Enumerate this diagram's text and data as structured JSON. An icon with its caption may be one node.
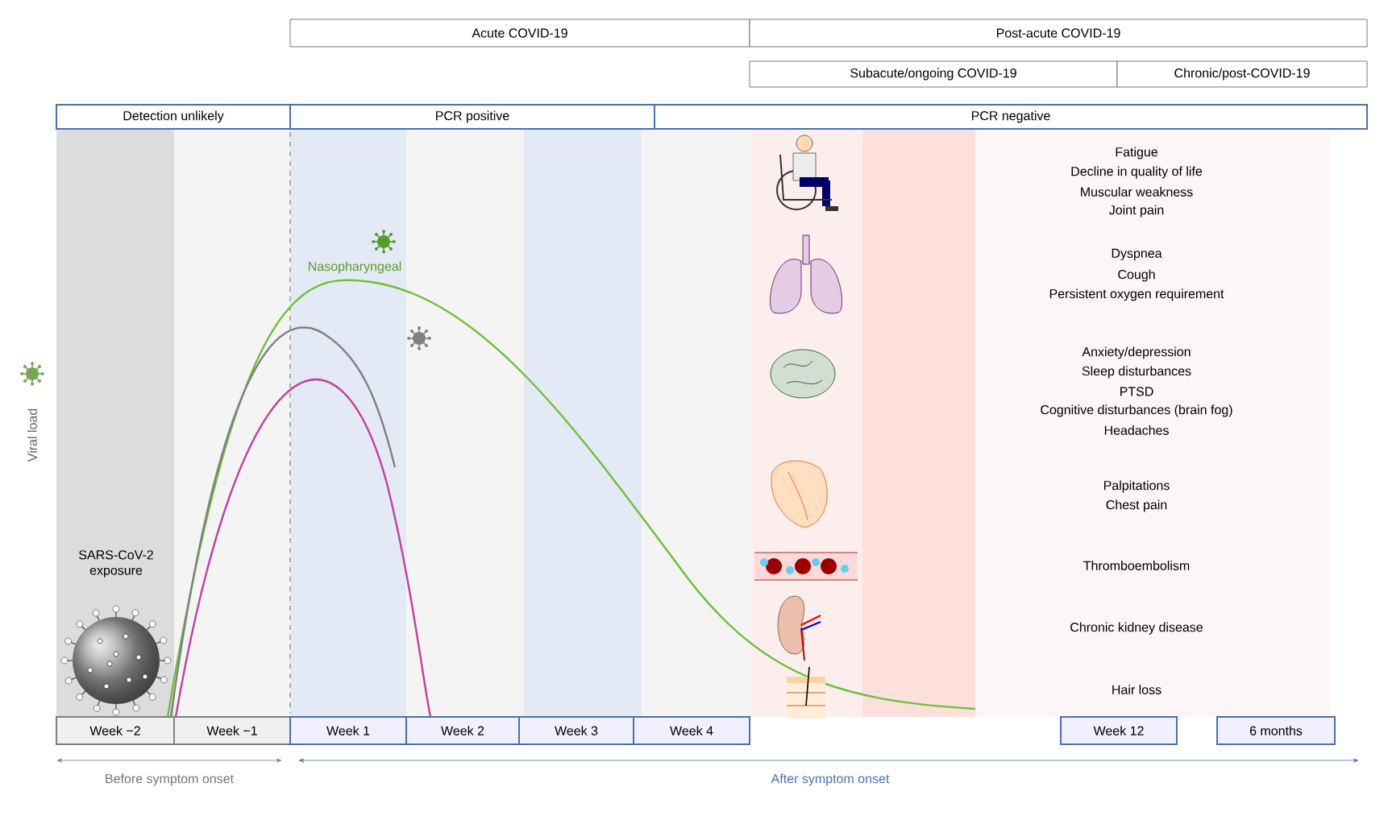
{
  "diagram": {
    "nodes": [
      {
        "text": [
          "Acute COVID-19"
        ]
      },
      {
        "text": [
          "Post-acute COVID-19"
        ]
      },
      {
        "text": [
          "Subacute/ongoing COVID-19"
        ]
      },
      {
        "text": [
          "Chronic/post-COVID-19"
        ]
      },
      {
        "text": [
          "Detection unlikely"
        ]
      },
      {
        "text": [
          "PCR positive"
        ]
      },
      {
        "text": [
          "PCR negative"
        ]
      },
      {
        "text": [
          "Week −2"
        ]
      },
      {
        "text": [
          "Week −1"
        ]
      },
      {
        "text": [
          "Week 1"
        ]
      },
      {
        "text": [
          "Week 2"
        ]
      },
      {
        "text": [
          "Week 3"
        ]
      },
      {
        "text": [
          "Week 4"
        ]
      },
      {
        "text": [
          "Week 12"
        ]
      },
      {
        "text": [
          "6 months"
        ]
      }
    ],
    "labels": [
      "Nasopharyngeal",
      "Viral load",
      "SARS-CoV-2 exposure",
      "Fatigue",
      "Decline in quality of life",
      "Muscular weakness",
      "Joint pain",
      "Dyspnea",
      "Cough",
      "Persistent oxygen requirement",
      "Anxiety/depression",
      "Sleep disturbances",
      "PTSD",
      "Cognitive disturbances (brain fog)",
      "Headaches",
      "Palpitations",
      "Chest pain",
      "Thromboembolism",
      "Chronic kidney disease",
      "Hair loss",
      "Before symptom onset",
      "After symptom onset"
    ]
  }
}
